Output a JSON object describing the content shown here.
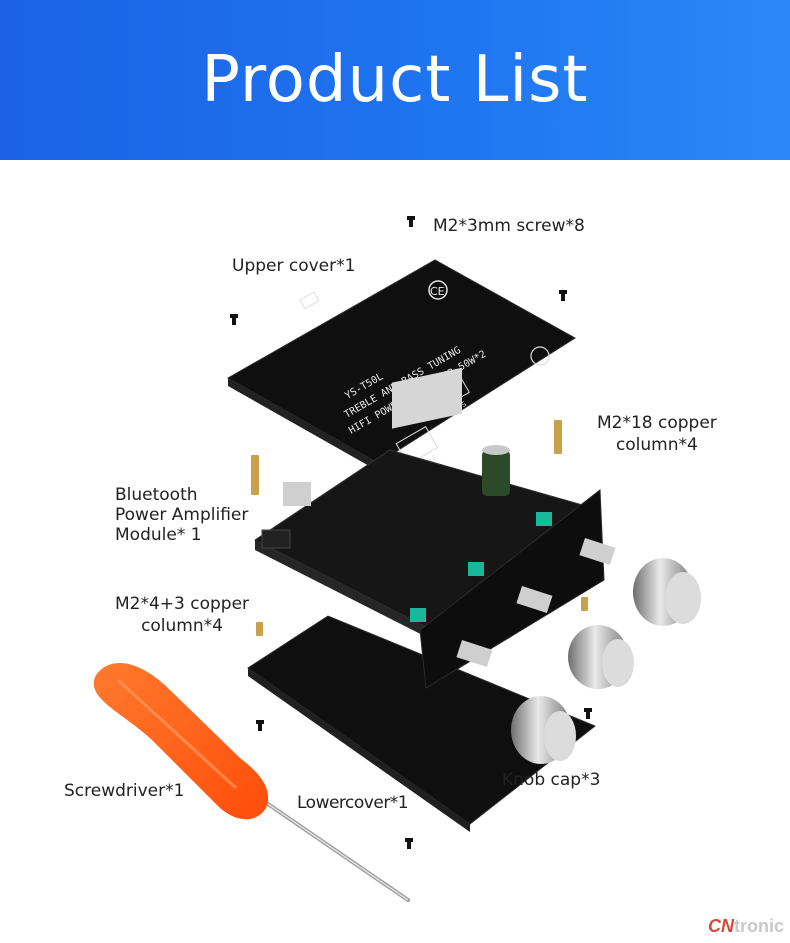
{
  "header": {
    "title": "Product List"
  },
  "labels": {
    "screw": "M2*3mm screw*8",
    "upper_cover": "Upper cover*1",
    "copper18": "M2*18 copper\ncolumn*4",
    "bt_module": "Bluetooth\nPower Amplifier\nModule* 1",
    "copper4": "M2*4+3 copper\ncolumn*4",
    "knob": "Knob cap*3",
    "screwdriver": "Screwdriver*1",
    "lower_cover": "Lowercover*1"
  },
  "board_text": {
    "model": "YS-T50L",
    "line2": "TREBLE AND BASS TUNING",
    "line3": "HIFI POWER AMPLIFIER 50W*2",
    "treble": "TREBLE",
    "bass": "BASS",
    "ce": "CE"
  },
  "watermark": {
    "brand_cn": "CN",
    "brand_rest": "tronic"
  },
  "colors": {
    "header_blue": "#1f74f0",
    "board_black": "#101010",
    "screwdriver_orange": "#ff5a12",
    "copper": "#c9a14a",
    "knob_silver": "#a9a9a9"
  }
}
